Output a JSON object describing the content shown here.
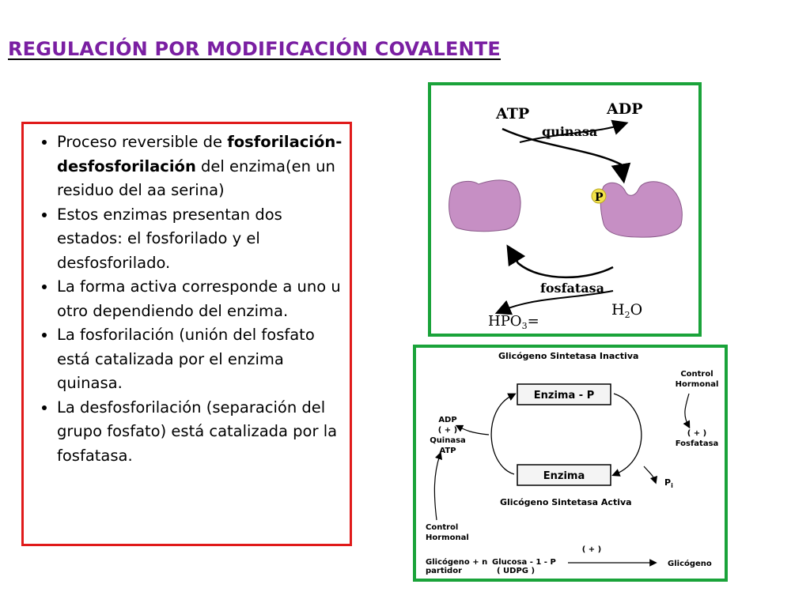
{
  "title": "REGULACIÓN POR MODIFICACIÓN COVALENTE",
  "bullets": [
    {
      "pre": "Proceso reversible de ",
      "bold": "fosforilación-desfosforilación",
      "post": " del enzima(en un residuo del aa serina)"
    },
    {
      "pre": "Estos enzimas presentan dos estados: el fosforilado y el desfosforilado.",
      "bold": "",
      "post": ""
    },
    {
      "pre": "La forma activa corresponde a uno u otro dependiendo del enzima.",
      "bold": "",
      "post": ""
    },
    {
      "pre": "La fosforilación (unión del fosfato está catalizada por el enzima quinasa.",
      "bold": "",
      "post": ""
    },
    {
      "pre": "La desfosforilación (separación del grupo fosfato) está catalizada por la fosfatasa.",
      "bold": "",
      "post": ""
    }
  ],
  "top_diagram": {
    "atp": "ATP",
    "adp": "ADP",
    "quinasa": "quinasa",
    "phosphate": "P",
    "fosfatasa": "fosfatasa",
    "hpo3": "HPO",
    "hpo3_sub": "3",
    "hpo3_suffix": "=",
    "h2o_h": "H",
    "h2o_sub": "2",
    "h2o_o": "O",
    "enzyme_color": "#c68fc4",
    "phosphate_color": "#f2e24a"
  },
  "bottom_diagram": {
    "title_inactive": "Glicógeno Sintetasa Inactiva",
    "enzima_p": "Enzima - P",
    "enzima": "Enzima",
    "title_active": "Glicógeno Sintetasa Activa",
    "left_labels": [
      "ADP",
      "( + )",
      "Quinasa",
      "ATP"
    ],
    "control_hormonal_right": [
      "Control",
      "Hormonal"
    ],
    "right_labels": [
      "( + )",
      "Fosfatasa"
    ],
    "pi": "P",
    "pi_sub": "i",
    "control_hormonal_left": [
      "Control",
      "Hormonal"
    ],
    "plus": "( + )",
    "glicogeno_partidor": [
      "Glicógeno + n",
      "partidor"
    ],
    "glucosa": [
      "Glucosa - 1 - P",
      "( UDPG )"
    ],
    "glicogeno": "Glicógeno"
  }
}
